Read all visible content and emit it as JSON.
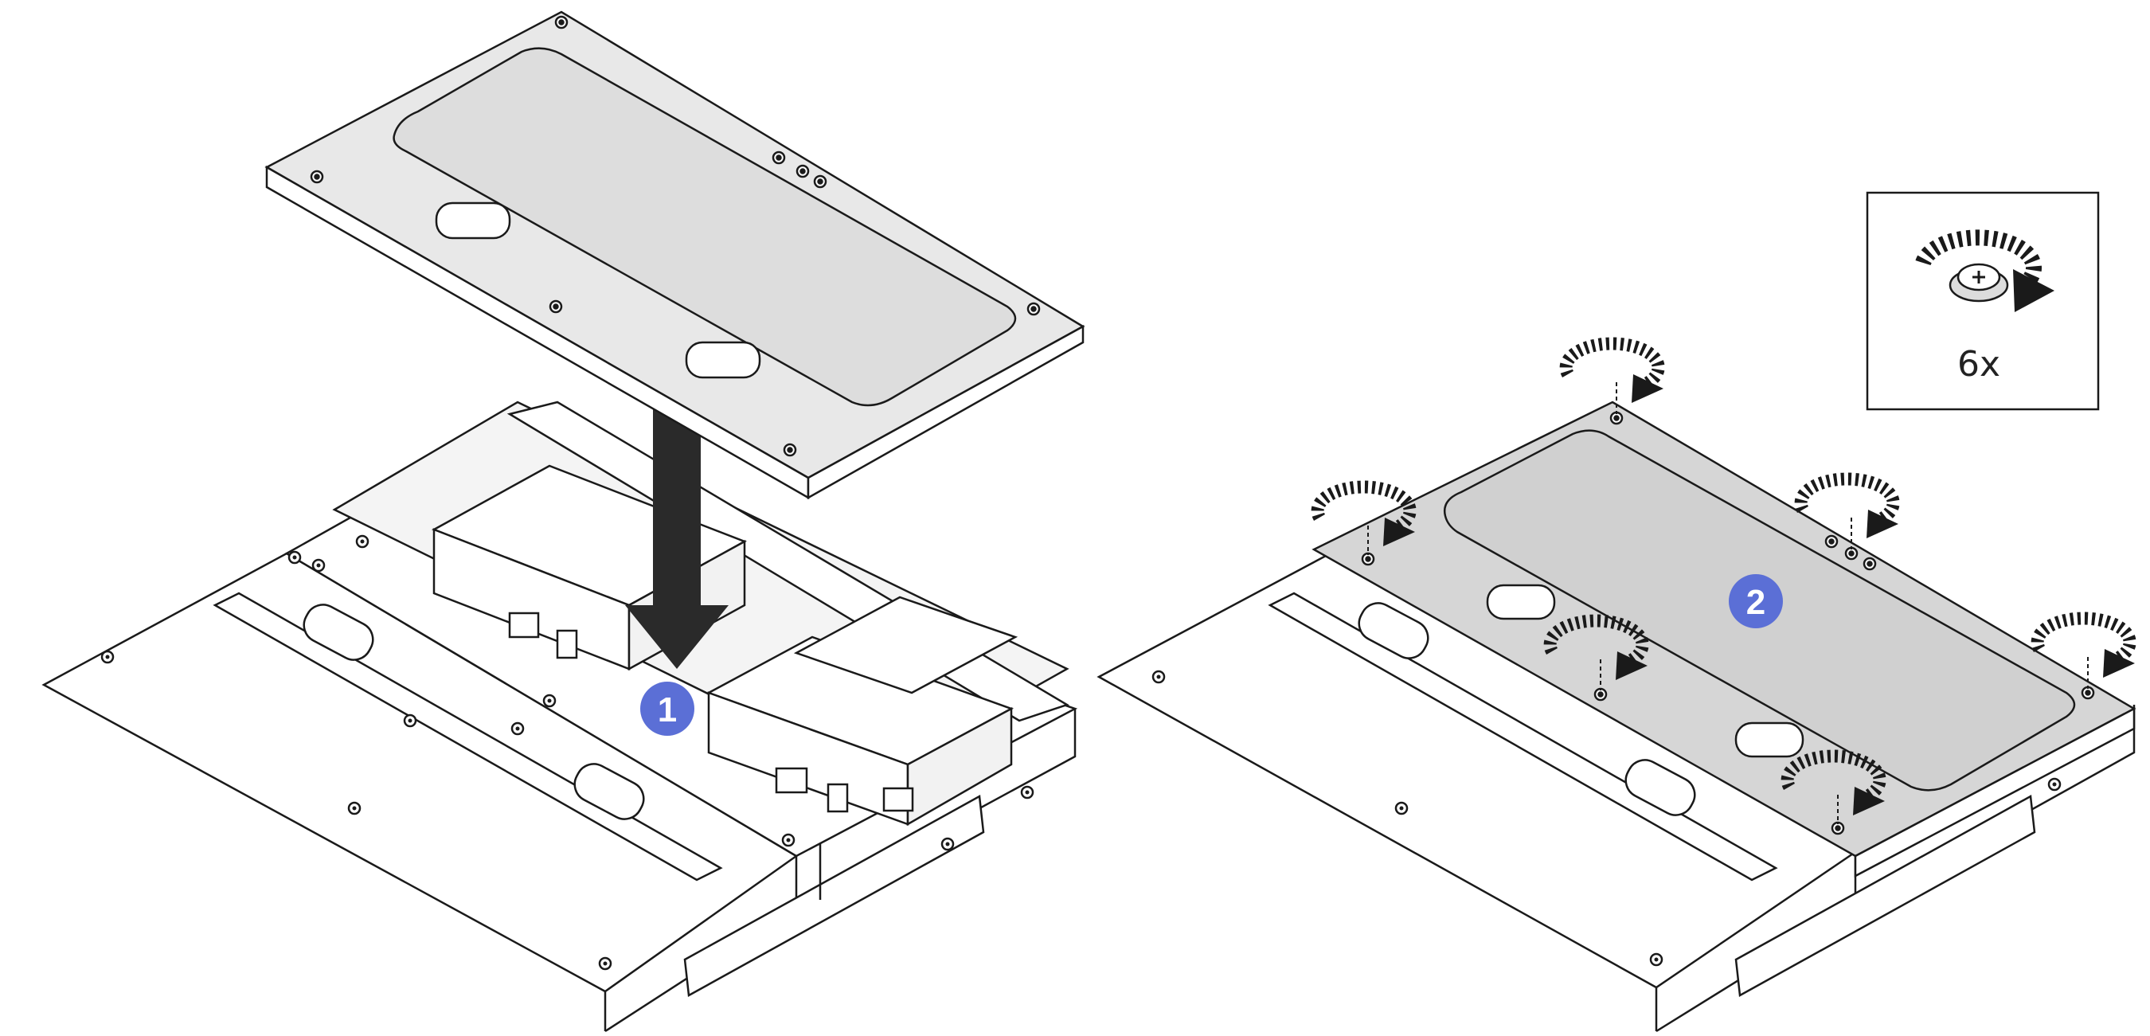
{
  "figure": {
    "panel_left": {
      "step": {
        "number": "1"
      },
      "action": "lower-cover-onto-chassis"
    },
    "panel_right": {
      "step": {
        "number": "2"
      },
      "action": "tighten-cover-screws"
    },
    "legend": {
      "icon": "screw-tighten-icon",
      "quantity_label": "6x"
    }
  },
  "colors": {
    "line": "#1a1a1a",
    "cover_fill": "#e3e3e3",
    "cover_fill_installed": "#d6d6d6",
    "inset_fill": "#dcdcdc",
    "arrow": "#2a2a2a",
    "step_badge": "#5b6fd6",
    "background": "#ffffff"
  }
}
